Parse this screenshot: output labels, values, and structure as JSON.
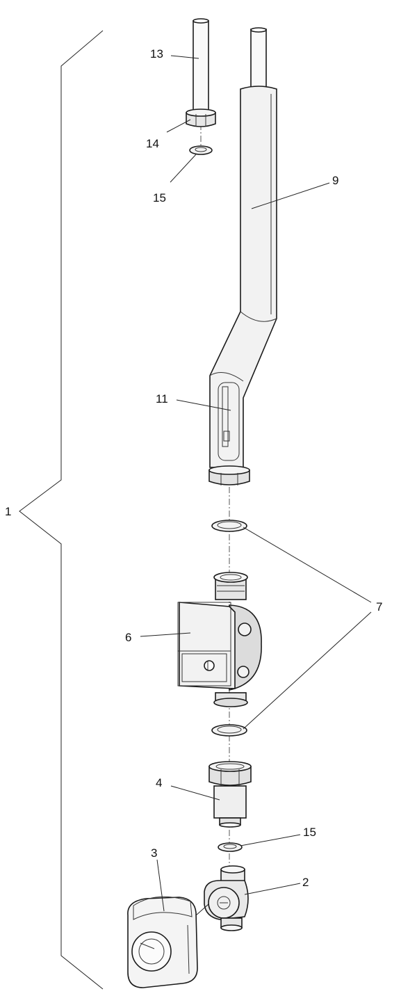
{
  "diagram": {
    "callouts": [
      {
        "id": "1",
        "label": "1"
      },
      {
        "id": "2",
        "label": "2"
      },
      {
        "id": "3",
        "label": "3"
      },
      {
        "id": "4",
        "label": "4"
      },
      {
        "id": "6",
        "label": "6"
      },
      {
        "id": "7",
        "label": "7"
      },
      {
        "id": "9",
        "label": "9"
      },
      {
        "id": "11",
        "label": "11"
      },
      {
        "id": "13",
        "label": "13"
      },
      {
        "id": "14",
        "label": "14"
      },
      {
        "id": "15a",
        "label": "15"
      },
      {
        "id": "15b",
        "label": "15"
      }
    ]
  }
}
